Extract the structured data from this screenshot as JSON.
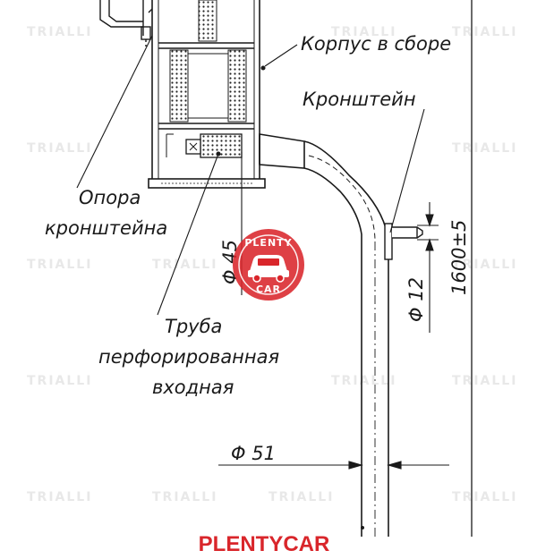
{
  "labels": {
    "korpus": "Корпус в сборе",
    "kronshtein": "Кронштейн",
    "opora_line1": "Опора",
    "opora_line2": "кронштейна",
    "truba_line1": "Труба",
    "truba_line2": "перфорированная",
    "truba_line3": "входная"
  },
  "dimensions": {
    "d45": "Φ 45",
    "d12": "Φ 12",
    "length": "1600±5",
    "d51": "Φ 51"
  },
  "logo": {
    "top_text": "PLENTY",
    "bottom_text": "CAR"
  },
  "footer": {
    "brand": "PLENTYCAR"
  },
  "colors": {
    "brand_red": "#d9262b",
    "line": "#1a1a1a"
  }
}
